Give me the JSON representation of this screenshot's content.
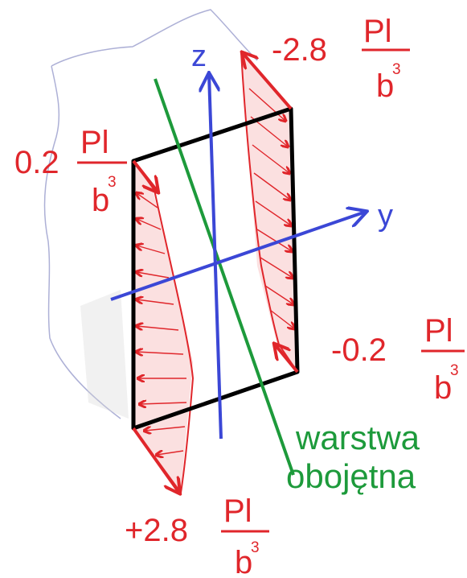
{
  "axes": {
    "z_label": "z",
    "y_label": "y"
  },
  "neutral_layer": {
    "line1": "warstwa",
    "line2": "obojętna"
  },
  "stress_labels": {
    "top_right": {
      "prefix": "-2.8",
      "num": "Pl",
      "den": "b",
      "exp": "3"
    },
    "top_left": {
      "prefix": "0.2",
      "num": "Pl",
      "den": "b",
      "exp": "3"
    },
    "bottom_right": {
      "prefix": "-0.2",
      "num": "Pl",
      "den": "b",
      "exp": "3"
    },
    "bottom_left": {
      "prefix": "+2.8",
      "num": "Pl",
      "den": "b",
      "exp": "3"
    }
  },
  "colors": {
    "stress": "#e0262b",
    "axis": "#3b47d6",
    "neutral": "#1d9a3b",
    "section": "#000000",
    "sketch": "#8a8fc4"
  }
}
